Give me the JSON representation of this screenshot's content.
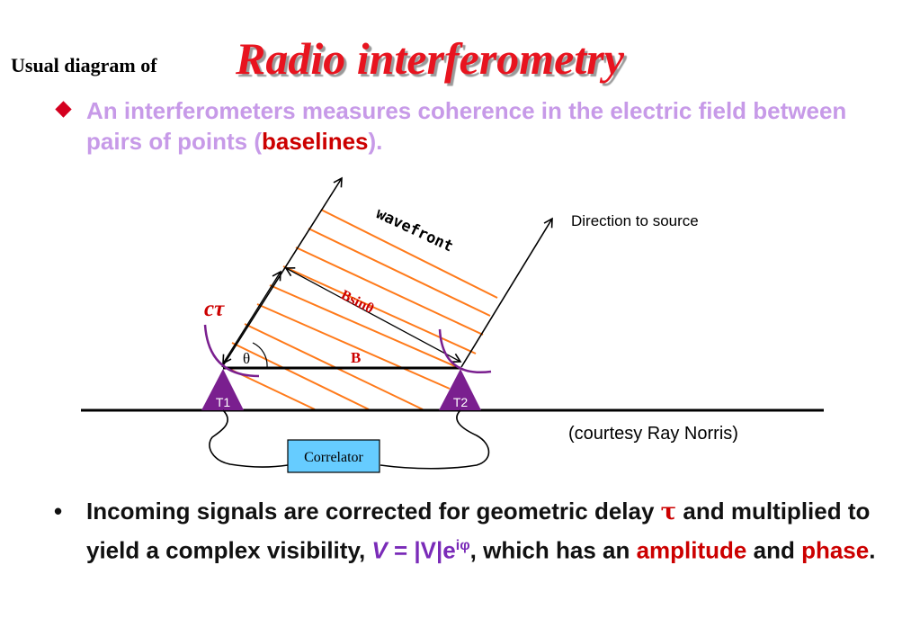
{
  "header": {
    "subtitle": "Usual diagram of",
    "title": "Radio interferometry"
  },
  "bullet1": {
    "text_before": "An interferometers measures coherence in the electric field between pairs of points (",
    "highlight": "baselines",
    "text_after": ")."
  },
  "diagram": {
    "wavefront_label": "wavefront",
    "direction_label": "Direction to source",
    "bsin_label": "Bsinθ",
    "ctau_label": "cτ",
    "theta_label": "θ",
    "baseline_label": "B",
    "t1_label": "T1",
    "t2_label": "T2",
    "correlator_label": "Correlator",
    "courtesy": "(courtesy Ray Norris)",
    "colors": {
      "wavefront_lines": "#ff7a1a",
      "telescope": "#7a1f8f",
      "correlator_bg": "#66ccff",
      "accent_red": "#cc0000"
    }
  },
  "bullet2": {
    "dot": "•",
    "part1": "Incoming signals are corrected for geometric delay ",
    "tau": "τ",
    "part2": " and multiplied to yield a complex visibility, ",
    "v_symbol": "V",
    "eq": " = ",
    "abs_v": "|V|e",
    "exponent": "iφ",
    "part3": ", which has an ",
    "amplitude": "amplitude",
    "part4": " and ",
    "phase": "phase",
    "part5": "."
  }
}
